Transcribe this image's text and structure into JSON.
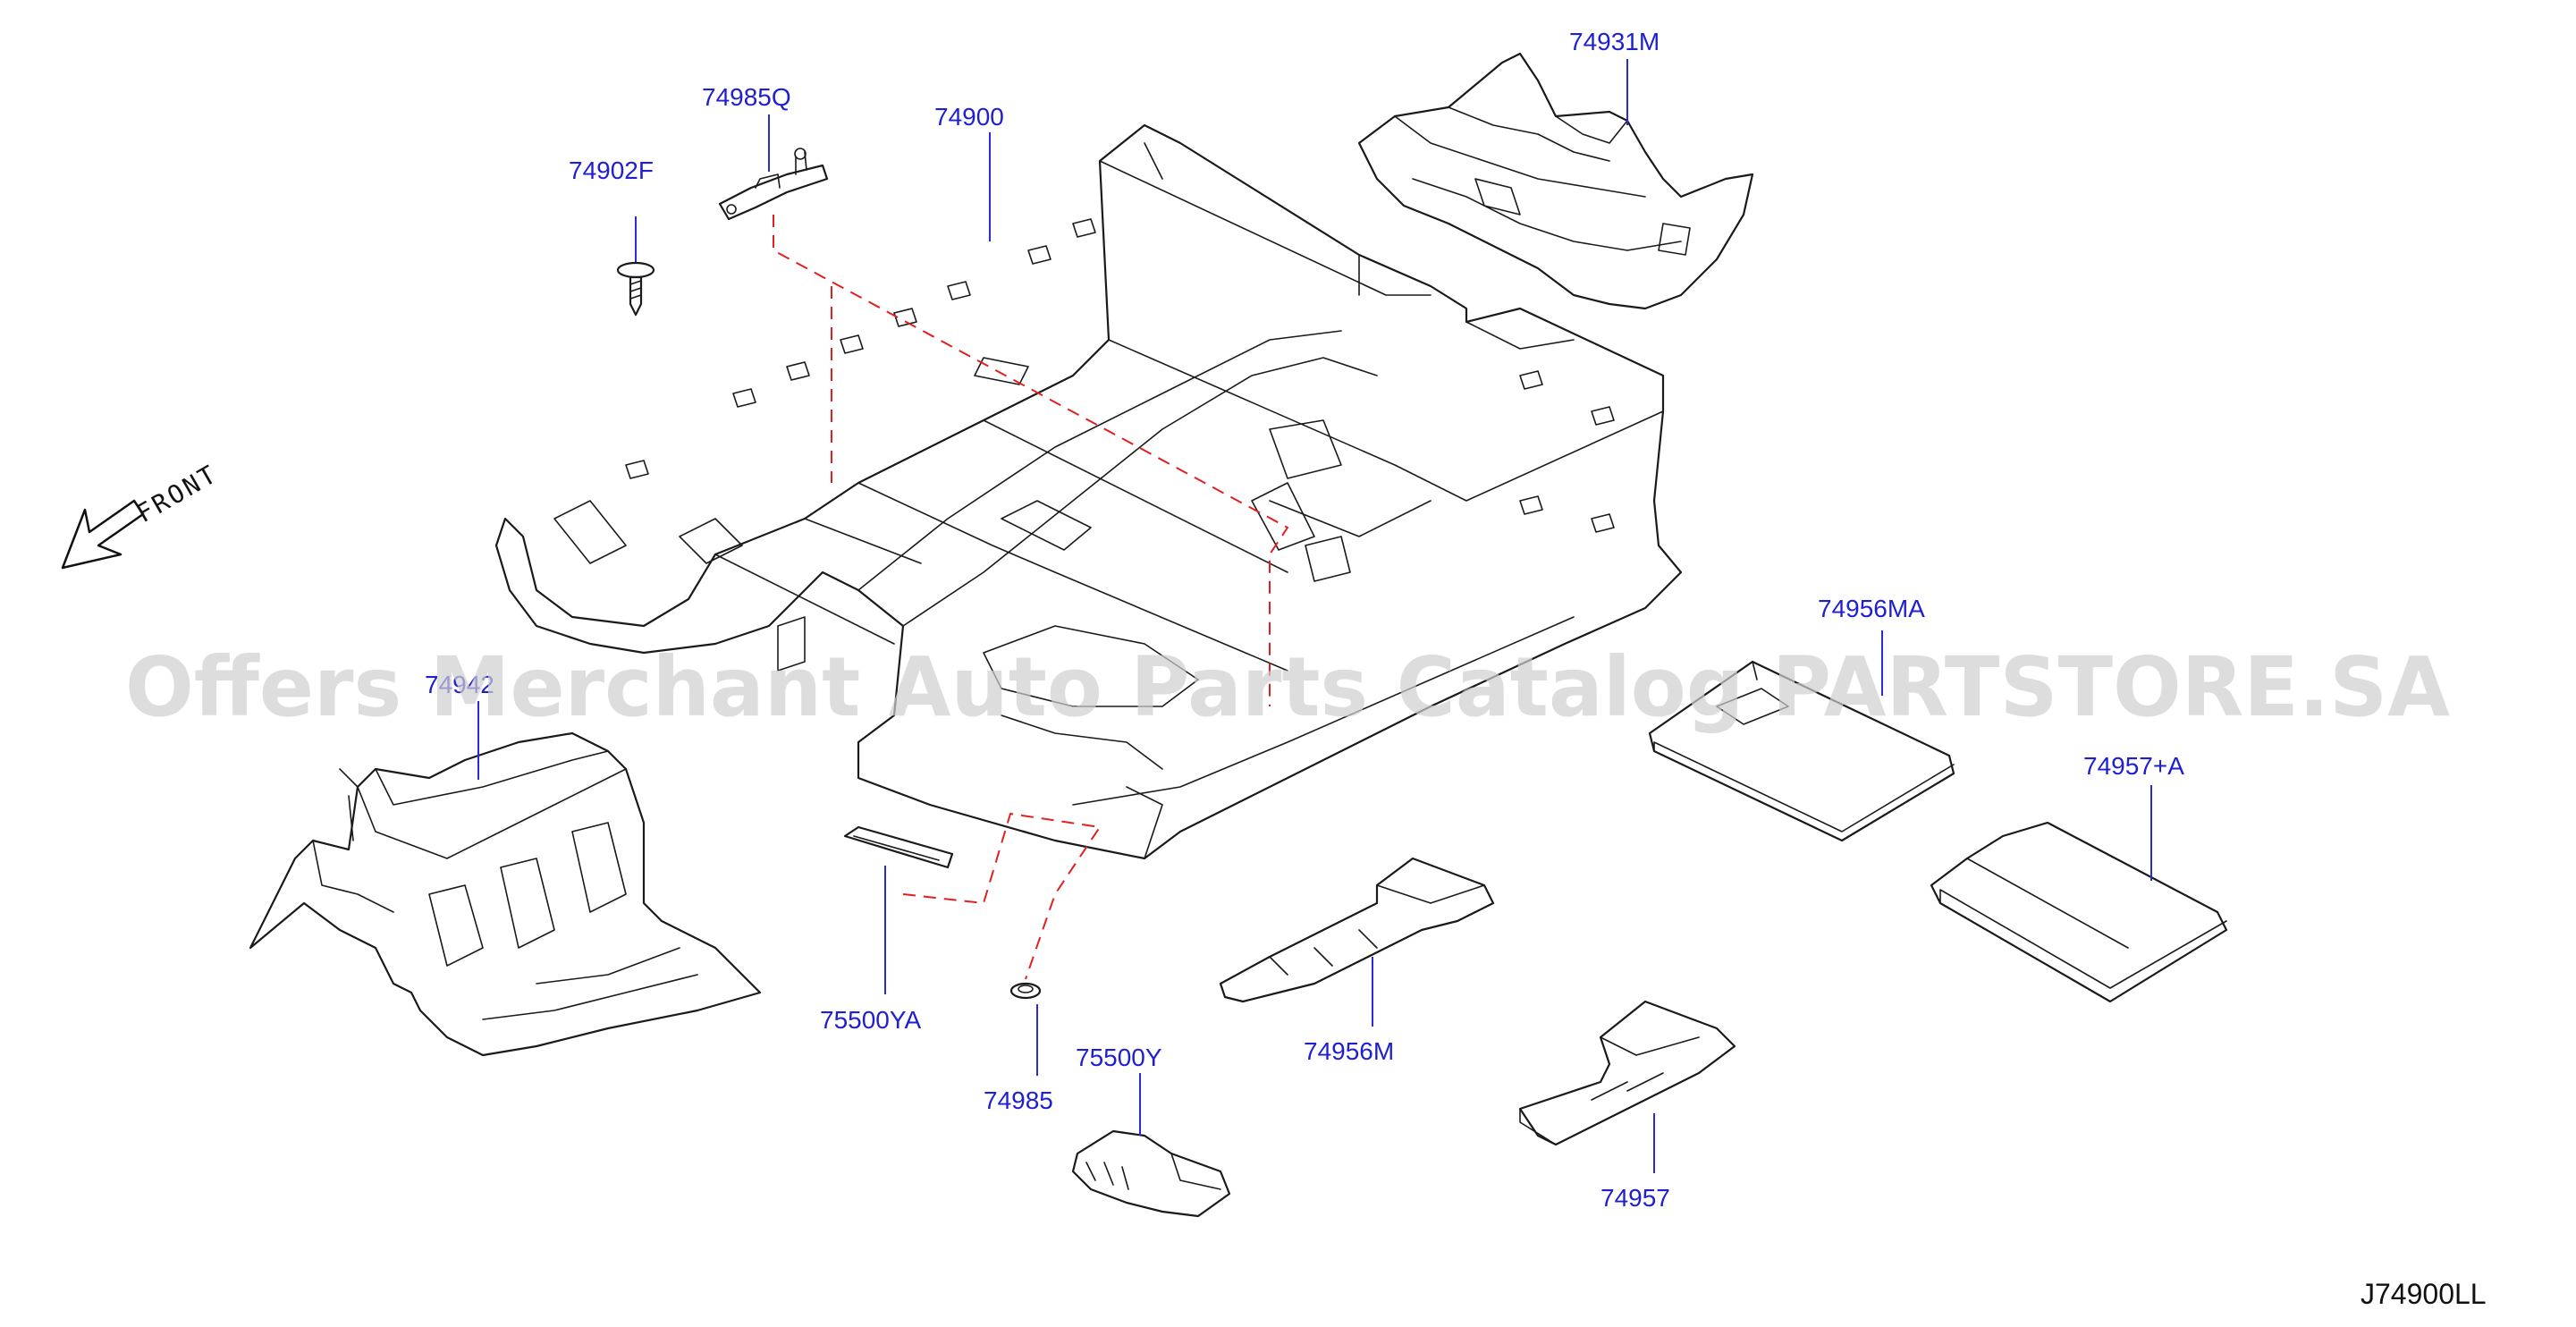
{
  "labels": {
    "l74985q": "74985Q",
    "l74900": "74900",
    "l74931m": "74931M",
    "l74902f": "74902F",
    "l74942": "74942",
    "l74956ma": "74956MA",
    "l74957a": "74957+A",
    "l75500ya": "75500YA",
    "l74985": "74985",
    "l75500y": "75500Y",
    "l74956m": "74956M",
    "l74957": "74957"
  },
  "front_indicator": {
    "text": "FRONT",
    "icon": "front-arrow-icon"
  },
  "diagram_code": "J74900LL",
  "watermark": "Offers Merchant Auto Parts Catalog PARTSTORE.SA",
  "colors": {
    "label": "#1f1fd0",
    "dashed_reference": "#e02020",
    "line": "#1a1a1a"
  }
}
